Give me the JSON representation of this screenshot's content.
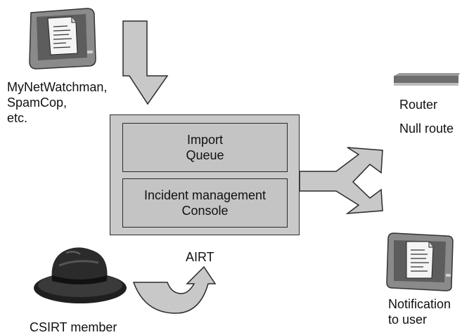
{
  "sources": {
    "label": "MyNetWatchman,\nSpamCop,\netc."
  },
  "airt": {
    "label": "AIRT",
    "import_queue_label": "Import\nQueue",
    "incident_console_label": "Incident management\nConsole"
  },
  "router": {
    "label": "Router",
    "action_label": "Null route"
  },
  "notification": {
    "label": "Notification\nto user"
  },
  "csirt": {
    "label": "CSIRT member"
  },
  "colors": {
    "arrow_fill": "#c8c8c8",
    "box_fill": "#c9c9c9",
    "outline": "#2a2a2a",
    "hat": "#2b2b2b"
  }
}
